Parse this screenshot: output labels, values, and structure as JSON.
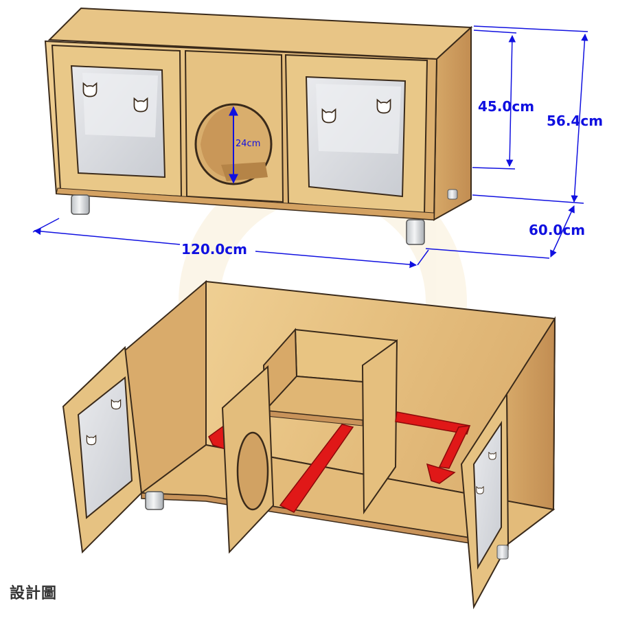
{
  "labels": {
    "height_inner": "45.0cm",
    "height_total": "56.4cm",
    "depth": "60.0cm",
    "width": "120.0cm",
    "hole_diameter": "24cm"
  },
  "caption": "設計圖",
  "colors": {
    "dimension": "#1010e0",
    "wood_light": "#ecc889",
    "wood_mid": "#dcb070",
    "wood_dark": "#c7955a",
    "edge": "#3a2a1a",
    "arrow": "#e01818",
    "glass": "#d4d6da"
  },
  "icons": [
    "cat-head-icon",
    "arrow-icon"
  ]
}
